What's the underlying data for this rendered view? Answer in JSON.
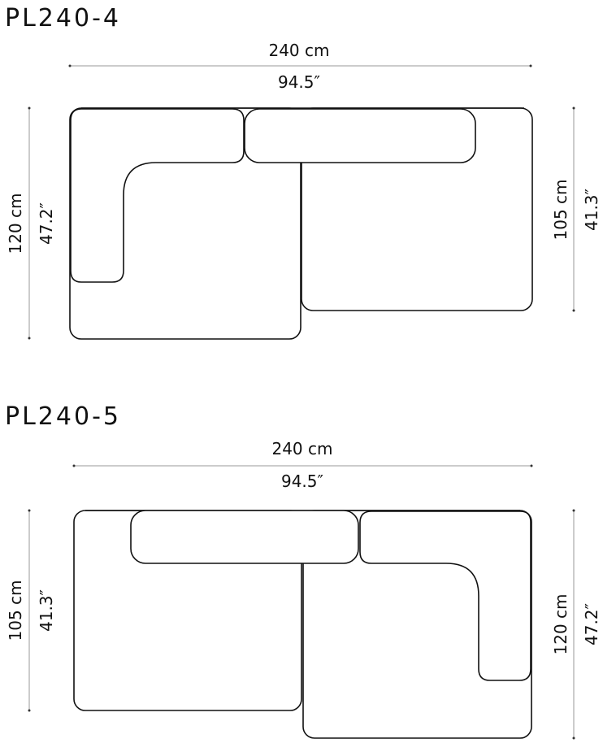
{
  "diagrams": [
    {
      "title": "PL240-4",
      "width_cm": "240 cm",
      "width_in": "94.5″",
      "left_height_cm": "120 cm",
      "left_height_in": "47.2″",
      "right_height_cm": "105 cm",
      "right_height_in": "41.3″"
    },
    {
      "title": "PL240-5",
      "width_cm": "240 cm",
      "width_in": "94.5″",
      "left_height_cm": "105 cm",
      "left_height_in": "41.3″",
      "right_height_cm": "120 cm",
      "right_height_in": "47.2″"
    }
  ]
}
